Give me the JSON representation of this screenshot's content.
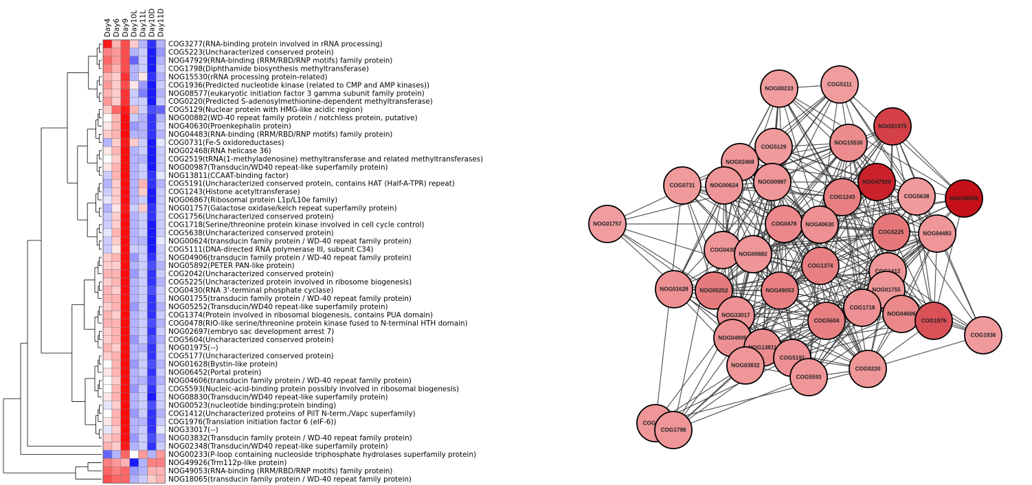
{
  "chart_data": [
    {
      "type": "heatmap",
      "columns": [
        "Day4",
        "Day6",
        "Day9",
        "Day10L",
        "Day11L",
        "Day10D",
        "Day11D"
      ],
      "rows": [
        "COG3277(RNA-binding protein involved in rRNA processing)",
        "COG5223(Uncharacterized conserved protein)",
        "NOG47929(RNA-binding (RRM/RBD/RNP motifs) family protein)",
        "COG1798(Diphthamide biosynthesis methyltransferase)",
        "NOG15530(rRNA processing protein-related)",
        "COG1936(Predicted nucleotide kinase (related to CMP and AMP kinases))",
        "NOG08577(eukaryotic initiation factor 3 gamma subunit family protein)",
        "COG0220(Predicted S-adenosylmethionine-dependent methyltransferase)",
        "COG5129(Nuclear protein with HMG-like acidic region)",
        "NOG00882(WD-40 repeat family protein / notchless protein, putative)",
        "NOG40630(Proenkephalin protein)",
        "NOG04483(RNA-binding (RRM/RBD/RNP motifs) family protein)",
        "COG0731(Fe-S oxidoreductases)",
        "NOG02468(RNA helicase 36)",
        "COG2519(tRNA(1-methyladenosine) methyltransferase and related methyltransferases)",
        "NOG00987(Transducin/WD40 repeat-like superfamily protein)",
        "NOG13811(CCAAT-binding factor)",
        "COG5191(Uncharacterized conserved protein, contains HAT (Half-A-TPR) repeat)",
        "COG1243(Histone acetyltransferase)",
        "NOG06867(Ribosomal protein L1p/L10e family)",
        "NOG01757(Galactose oxidase/kelch repeat superfamily protein)",
        "COG1756(Uncharacterized conserved protein)",
        "COG1718(Serine/threonine protein kinase involved in cell cycle control)",
        "COG5638(Uncharacterized conserved protein)",
        "NOG00624(transducin family protein / WD-40 repeat family protein)",
        "COG5111(DNA-directed RNA polymerase III, subunit C34)",
        "NOG04906(transducin family protein / WD-40 repeat family protein)",
        "NOG05892(PETER PAN-like protein)",
        "COG2042(Uncharacterized conserved protein)",
        "COG5225(Uncharacterized protein involved in ribosome biogenesis)",
        "COG0430(RNA 3'-terminal phosphate cyclase)",
        "NOG01755(transducin family protein / WD-40 repeat family protein)",
        "NOG05252(Transducin/WD40 repeat-like superfamily protein)",
        "COG1374(Protein involved in ribosomal biogenesis, contains PUA domain)",
        "COG0478(RIO-like serine/threonine protein kinase fused to N-terminal HTH domain)",
        "NOG02697(embryo sac development arrest 7)",
        "COG5604(Uncharacterized conserved protein)",
        "NOG01975(--)",
        "COG5177(Uncharacterized conserved protein)",
        "NOG01628(Bystin-like protein)",
        "NOG06452(Portal protein)",
        "NOG04606(transducin family protein / WD-40 repeat family protein)",
        "COG5593(Nucleic-acid-binding protein possibly involved in ribosomal biogenesis)",
        "NOG08830(Transducin/WD40 repeat-like superfamily protein)",
        "NOG00523(nucleotide binding;protein binding)",
        "COG1412(Uncharacterized proteins of PilT N-term./Vapc superfamily)",
        "COG1976(Translation initiation factor 6 (eIF-6))",
        "NOG33017(--)",
        "NOG03832(Transducin family protein / WD-40 repeat family protein)",
        "NOG02348(Transducin/WD40 repeat-like superfamily protein)",
        "NOG00233(P-loop containing nucleoside triphosphate hydrolases superfamily protein)",
        "NOG49926(Trm112p-like protein)",
        "NOG49053(RNA-binding (RRM/RBD/RNP motifs) family protein)",
        "NOG18065(transducin family protein / WD-40 repeat family protein)"
      ],
      "values": [
        [
          0.9,
          0.3,
          0.7,
          0.2,
          -0.3,
          -0.8,
          -0.3
        ],
        [
          0.5,
          0.4,
          0.7,
          -0.3,
          -0.2,
          -0.9,
          -0.4
        ],
        [
          0.6,
          0.4,
          0.7,
          -0.6,
          -0.2,
          -0.9,
          -0.3
        ],
        [
          0.5,
          0.3,
          0.7,
          -0.3,
          -0.2,
          -0.9,
          -0.2
        ],
        [
          0.3,
          0.2,
          0.8,
          -0.3,
          0.1,
          -0.8,
          -0.3
        ],
        [
          0.4,
          0.2,
          0.7,
          0.1,
          -0.4,
          -0.9,
          -0.2
        ],
        [
          0.3,
          0.2,
          0.8,
          -0.2,
          -0.5,
          -0.9,
          -0.3
        ],
        [
          0.4,
          0.2,
          0.8,
          -0.2,
          -0.2,
          -0.9,
          -0.2
        ],
        [
          0.2,
          0.6,
          0.9,
          0.3,
          -0.2,
          -0.7,
          -0.6
        ],
        [
          0.0,
          0.3,
          0.95,
          -0.2,
          -0.3,
          -0.8,
          -0.3
        ],
        [
          0.1,
          0.3,
          0.95,
          -0.4,
          -0.3,
          -0.8,
          -0.2
        ],
        [
          0.2,
          0.3,
          0.95,
          -0.3,
          -0.3,
          -0.8,
          -0.3
        ],
        [
          -0.3,
          0.2,
          0.9,
          0.2,
          -0.2,
          -0.9,
          -0.1
        ],
        [
          0.1,
          0.3,
          0.95,
          -0.3,
          -0.2,
          -0.9,
          -0.2
        ],
        [
          0.0,
          0.2,
          0.95,
          -0.3,
          -0.3,
          -0.9,
          -0.2
        ],
        [
          0.1,
          0.3,
          0.95,
          -0.3,
          -0.2,
          -0.9,
          -0.2
        ],
        [
          -0.2,
          0.3,
          0.95,
          -0.3,
          -0.2,
          -0.8,
          -0.1
        ],
        [
          -0.3,
          0.2,
          0.95,
          -0.3,
          0.3,
          -0.8,
          -0.3
        ],
        [
          -0.2,
          0.2,
          0.95,
          -0.3,
          0.2,
          -0.9,
          -0.2
        ],
        [
          -0.1,
          0.2,
          0.95,
          -0.3,
          -0.2,
          -0.9,
          -0.2
        ],
        [
          -0.3,
          0.1,
          0.9,
          -0.2,
          0.2,
          -0.8,
          -0.2
        ],
        [
          -0.2,
          0.2,
          0.95,
          -0.3,
          -0.2,
          -0.8,
          -0.2
        ],
        [
          -0.2,
          0.2,
          0.95,
          -0.3,
          -0.2,
          -0.9,
          -0.2
        ],
        [
          -0.1,
          0.3,
          0.95,
          -0.3,
          -0.2,
          -0.9,
          -0.2
        ],
        [
          -0.2,
          0.2,
          0.95,
          -0.3,
          -0.3,
          -0.9,
          -0.1
        ],
        [
          -0.2,
          0.1,
          0.95,
          -0.2,
          -0.2,
          -0.9,
          -0.2
        ],
        [
          0.2,
          0.3,
          0.95,
          -0.4,
          -0.2,
          -0.8,
          -0.2
        ],
        [
          0.2,
          0.2,
          0.95,
          -0.3,
          -0.2,
          -0.7,
          -0.3
        ],
        [
          0.3,
          0.3,
          0.95,
          -0.4,
          -0.2,
          -0.8,
          -0.2
        ],
        [
          0.2,
          0.3,
          0.95,
          -0.3,
          -0.2,
          -0.8,
          -0.3
        ],
        [
          0.3,
          0.2,
          0.95,
          -0.3,
          -0.2,
          -0.7,
          -0.2
        ],
        [
          0.3,
          0.3,
          0.95,
          -0.3,
          -0.2,
          -0.8,
          -0.2
        ],
        [
          0.2,
          0.3,
          0.95,
          -0.4,
          -0.2,
          -0.8,
          -0.3
        ],
        [
          0.3,
          0.2,
          0.95,
          -0.3,
          -0.2,
          -0.8,
          -0.2
        ],
        [
          0.3,
          0.3,
          0.95,
          -0.3,
          -0.2,
          -0.7,
          -0.3
        ],
        [
          0.2,
          0.3,
          0.95,
          -0.3,
          -0.2,
          -0.8,
          -0.2
        ],
        [
          0.2,
          0.3,
          0.95,
          -0.4,
          -0.2,
          -0.7,
          -0.3
        ],
        [
          0.3,
          0.2,
          0.95,
          -0.3,
          -0.3,
          -0.8,
          -0.2
        ],
        [
          0.2,
          0.3,
          0.95,
          -0.3,
          -0.2,
          -0.8,
          -0.2
        ],
        [
          0.0,
          0.3,
          0.95,
          -0.4,
          -0.2,
          -0.7,
          -0.3
        ],
        [
          0.1,
          0.3,
          0.95,
          -0.3,
          -0.2,
          -0.8,
          -0.2
        ],
        [
          0.0,
          0.2,
          0.95,
          -0.3,
          -0.3,
          -0.7,
          -0.3
        ],
        [
          0.0,
          0.3,
          0.95,
          -0.4,
          -0.2,
          -0.8,
          -0.2
        ],
        [
          0.1,
          0.3,
          0.95,
          -0.3,
          -0.2,
          -0.9,
          -0.2
        ],
        [
          -0.1,
          0.2,
          0.95,
          -0.3,
          -0.2,
          -0.7,
          -0.2
        ],
        [
          0.0,
          0.3,
          0.95,
          -0.4,
          -0.2,
          -0.8,
          -0.3
        ],
        [
          0.1,
          0.3,
          0.95,
          -0.3,
          -0.3,
          -0.8,
          -0.2
        ],
        [
          -0.1,
          0.2,
          0.95,
          -0.3,
          -0.2,
          -0.8,
          -0.1
        ],
        [
          0.2,
          0.3,
          0.95,
          -0.4,
          -0.2,
          -0.7,
          -0.3
        ],
        [
          0.3,
          0.2,
          0.9,
          -0.3,
          -0.2,
          -0.8,
          -0.2
        ],
        [
          -0.6,
          -0.3,
          0.6,
          0.0,
          0.4,
          -0.3,
          0.4
        ],
        [
          0.5,
          0.4,
          0.3,
          -0.9,
          -0.3,
          0.5,
          0.5
        ],
        [
          0.6,
          0.5,
          0.6,
          -0.4,
          -0.3,
          0.3,
          0.3
        ],
        [
          0.7,
          0.6,
          0.6,
          -0.3,
          -0.2,
          0.2,
          0.3
        ]
      ],
      "color_scale": {
        "low": "#0000ff",
        "mid": "#ffffff",
        "high": "#ff0000"
      }
    },
    {
      "type": "network",
      "nodes": [
        {
          "id": "NOG00233",
          "level": 0.18
        },
        {
          "id": "COG5111",
          "level": 0.18
        },
        {
          "id": "NOG01975",
          "level": 0.72
        },
        {
          "id": "NOG15530",
          "level": 0.28
        },
        {
          "id": "COG5129",
          "level": 0.2
        },
        {
          "id": "NOG02468",
          "level": 0.22
        },
        {
          "id": "NOG47929",
          "level": 0.9
        },
        {
          "id": "NOG49926",
          "level": 1.0
        },
        {
          "id": "COG0731",
          "level": 0.2
        },
        {
          "id": "NOG00624",
          "level": 0.22
        },
        {
          "id": "NOG00987",
          "level": 0.22
        },
        {
          "id": "COG1243",
          "level": 0.35
        },
        {
          "id": "COG5638",
          "level": 0.2
        },
        {
          "id": "NOG01757",
          "level": 0.18
        },
        {
          "id": "COG0478",
          "level": 0.3
        },
        {
          "id": "NOG40630",
          "level": 0.25
        },
        {
          "id": "COG5225",
          "level": 0.4
        },
        {
          "id": "NOG04483",
          "level": 0.22
        },
        {
          "id": "COG0430",
          "level": 0.22
        },
        {
          "id": "NOG00882",
          "level": 0.22
        },
        {
          "id": "COG1374",
          "level": 0.35
        },
        {
          "id": "COG1412",
          "level": 0.22
        },
        {
          "id": "NOG01628",
          "level": 0.25
        },
        {
          "id": "NOG05252",
          "level": 0.38
        },
        {
          "id": "NOG49053",
          "level": 0.35
        },
        {
          "id": "NOG01755",
          "level": 0.22
        },
        {
          "id": "NOG33017",
          "level": 0.25
        },
        {
          "id": "COG5604",
          "level": 0.35
        },
        {
          "id": "COG1718",
          "level": 0.25
        },
        {
          "id": "NOG04606",
          "level": 0.3
        },
        {
          "id": "COG1976",
          "level": 0.62
        },
        {
          "id": "COG1936",
          "level": 0.2
        },
        {
          "id": "NOG04906",
          "level": 0.25
        },
        {
          "id": "NOG13811",
          "level": 0.28
        },
        {
          "id": "COG5191",
          "level": 0.25
        },
        {
          "id": "NOG03832",
          "level": 0.22
        },
        {
          "id": "COG0220",
          "level": 0.22
        },
        {
          "id": "COG5593",
          "level": 0.22
        },
        {
          "id": "COG2042",
          "level": 0.22
        },
        {
          "id": "COG1798",
          "level": 0.22
        }
      ],
      "node_color_scale": {
        "low": "#fbbcbc",
        "high": "#c5101a"
      }
    }
  ]
}
